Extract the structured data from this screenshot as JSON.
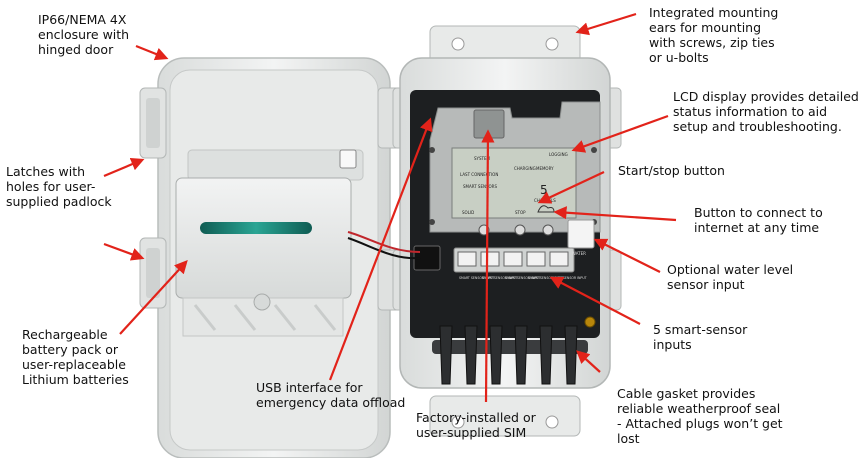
{
  "callouts": {
    "enclosure": "IP66/NEMA 4X\nenclosure with\nhinged door",
    "latches": "Latches with\nholes for user-\nsupplied padlock",
    "battery": "Rechargeable\nbattery pack or\nuser-replaceable\nLithium batteries",
    "usb": "USB interface for\nemergency data offload",
    "sim": "Factory-installed or\nuser-supplied SIM",
    "gasket": "Cable gasket provides\nreliable weatherproof seal\n- Attached plugs won’t get\nlost",
    "sensors": "5 smart-sensor\ninputs",
    "water": "Optional water level\nsensor input",
    "connect": "Button to connect to\ninternet at any time",
    "startstop": "Start/stop button",
    "lcd": "LCD display provides detailed\nstatus information to aid\nsetup and troubleshooting.",
    "ears": "Integrated mounting\nears for mounting\nwith screws, zip ties\nor u-bolts"
  },
  "lcd": {
    "row1": "SYSTEM",
    "row2": "CHARGING",
    "row3": "LAST CONNECTION",
    "row4": "SMART SENSORS",
    "logging": "LOGGING",
    "memory": "MEMORY",
    "channels": "CHANNELS",
    "count": "5",
    "stop": "STOP",
    "solid": "SOLID"
  },
  "sensor_port_label": "SMART SENSOR INPUT",
  "water_port_label": "WATER",
  "colors": {
    "arrow": "#e2231a",
    "enclosure": "#eceeed",
    "board": "#1d1f21",
    "battery_slot": "#1e8c7e"
  }
}
